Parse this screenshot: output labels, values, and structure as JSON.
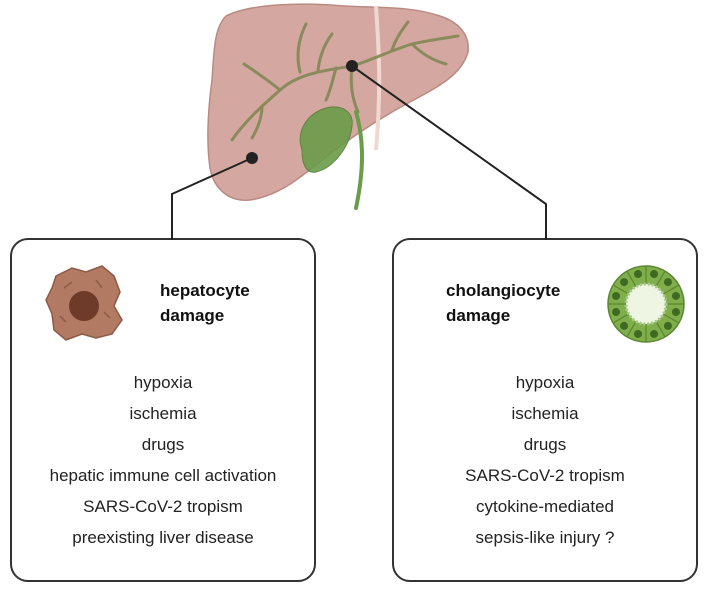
{
  "panels": {
    "left": {
      "title_line1": "hepatocyte",
      "title_line2": "damage",
      "icon": "hepatocyte-cell-icon",
      "causes": [
        "hypoxia",
        "ischemia",
        "drugs",
        "hepatic immune cell activation",
        "SARS-CoV-2 tropism",
        "preexisting liver disease"
      ]
    },
    "right": {
      "title_line1": "cholangiocyte",
      "title_line2": "damage",
      "icon": "cholangiocyte-duct-icon",
      "causes": [
        "hypoxia",
        "ischemia",
        "drugs",
        "SARS-CoV-2 tropism",
        "cytokine-mediated",
        "sepsis-like injury ?"
      ]
    }
  },
  "colors": {
    "liver": "#d4a8a0",
    "liver_outline": "#b98a82",
    "bile_ducts": "#8a8a5c",
    "gallbladder": "#6b9c4a",
    "hepatocyte": "#b27a62",
    "hepatocyte_nucleus": "#6e3a2a",
    "cholangiocyte": "#7fae4a",
    "connector": "#222222"
  }
}
